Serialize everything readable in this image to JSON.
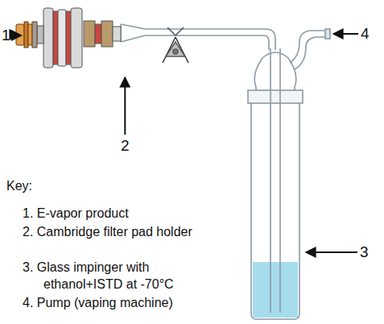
{
  "diagram": {
    "labels": [
      "1",
      "2",
      "3",
      "4",
      "Key:",
      "1. E-vapor product",
      "2. Cambridge filter pad holder",
      "3. Glass impinger with ethanol+ISTD at -70°C",
      "4. Pump (vaping machine)"
    ]
  }
}
